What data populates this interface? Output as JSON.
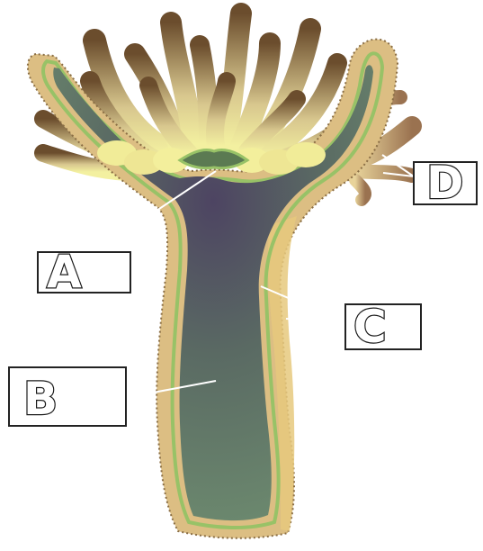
{
  "labels": {
    "a": "A",
    "b": "B",
    "c": "C",
    "d": "D"
  },
  "colors": {
    "outer_wall": "#d9bd83",
    "outer_dots": "#8a6e45",
    "mesoglea": "#9cc46c",
    "cavity_dark": "#3e3a4e",
    "cavity_green": "#6f8d70",
    "tentacle_tip": "#6b4d2d",
    "tentacle_base": "#f2ee9a",
    "label_line": "#ffffff"
  }
}
